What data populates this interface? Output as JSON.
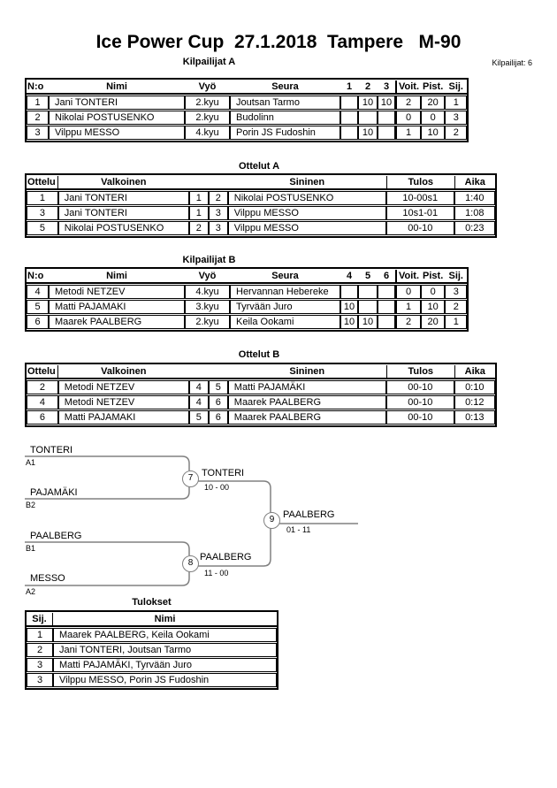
{
  "title": "Ice Power Cup  27.1.2018  Tampere   M-90",
  "competitor_count": "Kilpailijat: 6",
  "pool_a": {
    "heading": "Kilpailijat A",
    "col_headers": [
      "N:o",
      "Nimi",
      "Vyö",
      "Seura",
      "1",
      "2",
      "3",
      "Voit.",
      "Pist.",
      "Sij."
    ],
    "rows": [
      {
        "no": "1",
        "name": "Jani TONTERI",
        "belt": "2.kyu",
        "club": "Joutsan Tarmo",
        "s1": "",
        "s2": "10",
        "s3": "10",
        "wins": "2",
        "points": "20",
        "place": "1"
      },
      {
        "no": "2",
        "name": "Nikolai POSTUSENKO",
        "belt": "2.kyu",
        "club": "Budolinn",
        "s1": "",
        "s2": "",
        "s3": "",
        "wins": "0",
        "points": "0",
        "place": "3"
      },
      {
        "no": "3",
        "name": "Vilppu MESSO",
        "belt": "4.kyu",
        "club": "Porin JS Fudoshin",
        "s1": "",
        "s2": "10",
        "s3": "",
        "wins": "1",
        "points": "10",
        "place": "2"
      }
    ]
  },
  "matches_a": {
    "heading": "Ottelut A",
    "col_headers": [
      "Ottelu",
      "Valkoinen",
      "Sininen",
      "Tulos",
      "Aika"
    ],
    "rows": [
      {
        "match": "1",
        "white": "Jani TONTERI",
        "wn": "1",
        "bn": "2",
        "blue": "Nikolai POSTUSENKO",
        "result": "10-00s1",
        "time": "1:40"
      },
      {
        "match": "3",
        "white": "Jani TONTERI",
        "wn": "1",
        "bn": "3",
        "blue": "Vilppu MESSO",
        "result": "10s1-01",
        "time": "1:08"
      },
      {
        "match": "5",
        "white": "Nikolai POSTUSENKO",
        "wn": "2",
        "bn": "3",
        "blue": "Vilppu MESSO",
        "result": "00-10",
        "time": "0:23"
      }
    ]
  },
  "pool_b": {
    "heading": "Kilpailijat B",
    "col_headers": [
      "N:o",
      "Nimi",
      "Vyö",
      "Seura",
      "4",
      "5",
      "6",
      "Voit.",
      "Pist.",
      "Sij."
    ],
    "rows": [
      {
        "no": "4",
        "name": "Metodi NETZEV",
        "belt": "4.kyu",
        "club": "Hervannan Hebereke",
        "s1": "",
        "s2": "",
        "s3": "",
        "wins": "0",
        "points": "0",
        "place": "3"
      },
      {
        "no": "5",
        "name": "Matti PAJAMAKI",
        "belt": "3.kyu",
        "club": "Tyrvään Juro",
        "s1": "10",
        "s2": "",
        "s3": "",
        "wins": "1",
        "points": "10",
        "place": "2"
      },
      {
        "no": "6",
        "name": "Maarek PAALBERG",
        "belt": "2.kyu",
        "club": "Keila Ookami",
        "s1": "10",
        "s2": "10",
        "s3": "",
        "wins": "2",
        "points": "20",
        "place": "1"
      }
    ]
  },
  "matches_b": {
    "heading": "Ottelut B",
    "col_headers": [
      "Ottelu",
      "Valkoinen",
      "Sininen",
      "Tulos",
      "Aika"
    ],
    "rows": [
      {
        "match": "2",
        "white": "Metodi NETZEV",
        "wn": "4",
        "bn": "5",
        "blue": "Matti PAJAMÄKI",
        "result": "00-10",
        "time": "0:10"
      },
      {
        "match": "4",
        "white": "Metodi NETZEV",
        "wn": "4",
        "bn": "6",
        "blue": "Maarek PAALBERG",
        "result": "00-10",
        "time": "0:12"
      },
      {
        "match": "6",
        "white": "Matti PAJAMAKI",
        "wn": "5",
        "bn": "6",
        "blue": "Maarek PAALBERG",
        "result": "00-10",
        "time": "0:13"
      }
    ]
  },
  "bracket": {
    "line_color": "#808080",
    "slot_a1": {
      "name": "TONTERI",
      "seed": "A1"
    },
    "slot_b2": {
      "name": "PAJAMÄKI",
      "seed": "B2"
    },
    "slot_b1": {
      "name": "PAALBERG",
      "seed": "B1"
    },
    "slot_a2": {
      "name": "MESSO",
      "seed": "A2"
    },
    "semi1": {
      "number": "7",
      "winner": "TONTERI",
      "score": "10 - 00"
    },
    "semi2": {
      "number": "8",
      "winner": "PAALBERG",
      "score": "11 - 00"
    },
    "final": {
      "number": "9",
      "winner": "PAALBERG",
      "score": "01 - 11"
    }
  },
  "results": {
    "heading": "Tulokset",
    "col_headers": [
      "Sij.",
      "Nimi"
    ],
    "rows": [
      {
        "place": "1",
        "name": "Maarek PAALBERG, Keila Ookami"
      },
      {
        "place": "2",
        "name": "Jani TONTERI, Joutsan Tarmo"
      },
      {
        "place": "3",
        "name": "Matti PAJAMÄKI, Tyrvään Juro"
      },
      {
        "place": "3",
        "name": "Vilppu MESSO, Porin JS Fudoshin"
      }
    ]
  }
}
